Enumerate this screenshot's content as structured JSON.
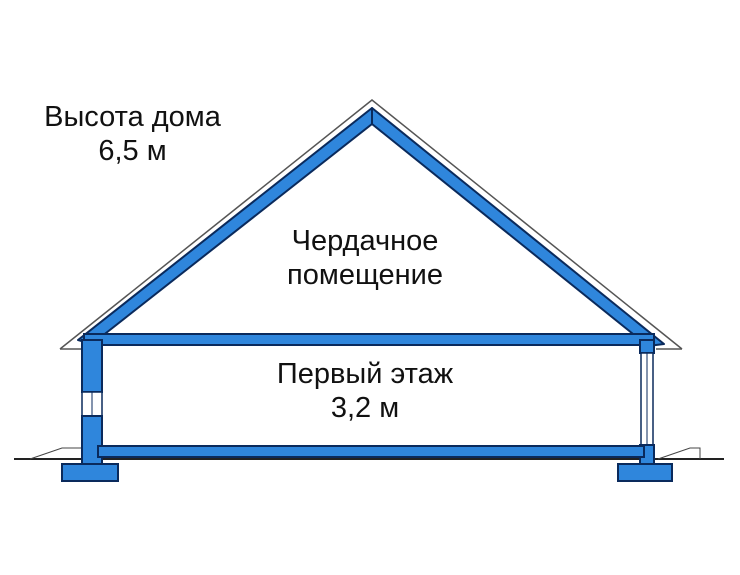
{
  "labels": {
    "house_height": {
      "title": "Высота дома",
      "value": "6,5 м"
    },
    "attic": {
      "line1": "Чердачное",
      "line2": "помещение"
    },
    "first_floor": {
      "title": "Первый этаж",
      "value": "3,2 м"
    }
  },
  "colors": {
    "structure_fill": "#2f86dc",
    "structure_stroke": "#0a2a5c",
    "roof_outline": "#555555",
    "ground": "#222222"
  }
}
